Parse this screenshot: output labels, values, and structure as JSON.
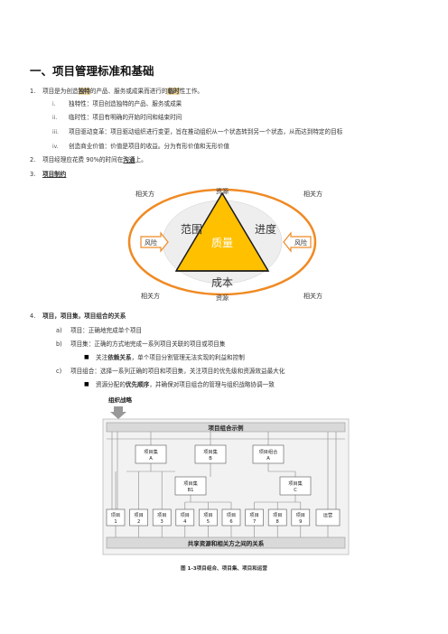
{
  "heading": "一、项目管理标准和基础",
  "items": [
    {
      "num": "1.",
      "pre": "项目是为创造",
      "bold": "独特",
      "mid": "的产品、服务或成果而进行的",
      "bold2": "临时",
      "post": "性工作。"
    },
    {
      "num": "2.",
      "pre": "项目经理应花费 90%的时间在",
      "bold": "沟通",
      "post": "上。"
    },
    {
      "num": "3.",
      "bold": "项目制约"
    },
    {
      "num": "4.",
      "bold": "项目，项目集，项目组合的关系"
    }
  ],
  "sub1": [
    {
      "num": "i.",
      "text": "独特性：项目创造独特的产品、服务或成果"
    },
    {
      "num": "ii.",
      "text": "临时性：项目有明确的开始时间和结束时间"
    },
    {
      "num": "iii.",
      "text": "项目驱动变革：项目驱动组织进行变更，旨在推动组织从一个状态转到另一个状态，从而达到特定的目标"
    },
    {
      "num": "iv.",
      "text": "创造商业价值：价值是项目的收益。分为有形价值和无形价值"
    }
  ],
  "constraint_diagram": {
    "stakeholder": "相关方",
    "resource": "资源",
    "scope": "范围",
    "schedule": "进度",
    "quality": "质量",
    "cost": "成本",
    "risk": "风险",
    "colors": {
      "ellipse": "#f08a24",
      "inner": "#eeeeee",
      "triangle": "#ffc000",
      "triangle_stroke": "#1a1a1a"
    }
  },
  "sub4": [
    {
      "num": "a)",
      "text": "项目：正确地完成单个项目"
    },
    {
      "num": "b)",
      "text": "项目集：正确的方式地完成一系列项目关联的项目或项目集"
    },
    {
      "num": "c)",
      "text": "项目组合：选择一系列正确的项目和项目集，关注项目的优先级和资源效益最大化"
    }
  ],
  "bullets": [
    {
      "pre": "关注",
      "bold": "依赖关系",
      "post": "，单个项目分割管理无法实现的利益和控制"
    },
    {
      "pre": "资源分配的",
      "bold": "优先顺序",
      "post": "，并确保对项目组合的管理与组织战略协调一致"
    }
  ],
  "portfolio_diagram": {
    "org_strategy": "组织战略",
    "portfolio_example": "项目组合示例",
    "programs": [
      {
        "label": "项目集",
        "id": "A"
      },
      {
        "label": "项目集",
        "id": "B"
      },
      {
        "label": "项目组合",
        "id": "A"
      },
      {
        "label": "项目集",
        "id": "B1"
      },
      {
        "label": "项目集",
        "id": "C"
      }
    ],
    "projects": [
      {
        "label": "项目",
        "id": "1"
      },
      {
        "label": "项目",
        "id": "2"
      },
      {
        "label": "项目",
        "id": "3"
      },
      {
        "label": "项目",
        "id": "4"
      },
      {
        "label": "项目",
        "id": "5"
      },
      {
        "label": "项目",
        "id": "6"
      },
      {
        "label": "项目",
        "id": "7"
      },
      {
        "label": "项目",
        "id": "8"
      },
      {
        "label": "项目",
        "id": "9"
      }
    ],
    "operations": "运营",
    "shared": "共享资源和相关方之间的关系",
    "caption": "图 1-3项目组合、项目集、项目和运营"
  }
}
